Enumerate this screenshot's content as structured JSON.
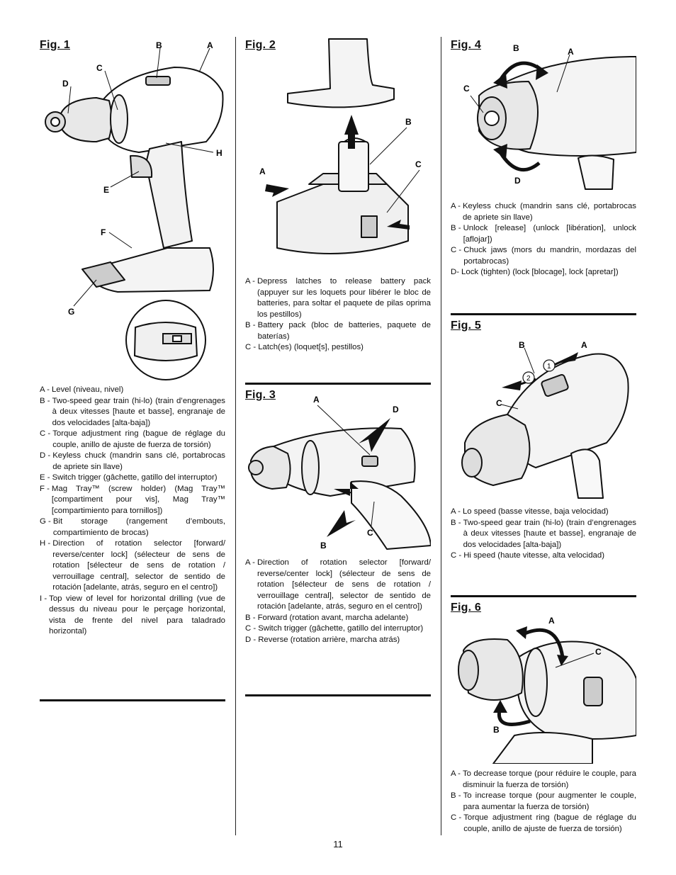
{
  "page_number": "11",
  "fig1": {
    "title": "Fig. 1",
    "callouts": [
      "A",
      "B",
      "C",
      "D",
      "E",
      "F",
      "G",
      "H"
    ],
    "legend": [
      {
        "key": "A -",
        "text": "Level (niveau, nivel)"
      },
      {
        "key": "B -",
        "text": "Two-speed gear train (hi-lo) (train d’engrenages à deux vitesses [haute et basse], engranaje de dos velocidades [alta-baja])"
      },
      {
        "key": "C -",
        "text": "Torque adjustment ring (bague de réglage du couple, anillo de ajuste de fuerza de torsión)"
      },
      {
        "key": "D -",
        "text": "Keyless chuck (mandrin sans clé, portabrocas de apriete sin llave)"
      },
      {
        "key": "E -",
        "text": "Switch trigger (gâchette, gatillo del interruptor)"
      },
      {
        "key": "F -",
        "text": "Mag Tray™ (screw holder) (Mag Tray™ [compartiment pour vis], Mag Tray™ [compartimiento para tornillos])"
      },
      {
        "key": "G -",
        "text": "Bit storage (rangement d’embouts, compartimiento de brocas)"
      },
      {
        "key": "H -",
        "text": "Direction of rotation selector [forward/ reverse/center lock] (sélecteur de sens de rotation [sélecteur de sens de rotation / verrouillage central], selector de sentido de rotación [adelante, atrás, seguro en el centro])"
      },
      {
        "key": "I -",
        "text": "Top view of level for horizontal drilling (vue de dessus du niveau pour le perçage horizontal, vista de frente del nivel para taladrado horizontal)"
      }
    ]
  },
  "fig2": {
    "title": "Fig. 2",
    "callouts": [
      "A",
      "B",
      "C"
    ],
    "legend": [
      {
        "key": "A -",
        "text": "Depress latches to release battery pack (appuyer sur les loquets pour libérer le bloc de batteries, para soltar el paquete de pilas oprima los pestillos)"
      },
      {
        "key": "B -",
        "text": "Battery pack (bloc de batteries, paquete de baterías)"
      },
      {
        "key": "C -",
        "text": "Latch(es) (loquet[s], pestillos)"
      }
    ]
  },
  "fig3": {
    "title": "Fig. 3",
    "callouts": [
      "A",
      "B",
      "C",
      "D"
    ],
    "legend": [
      {
        "key": "A -",
        "text": "Direction of rotation selector [forward/ reverse/center lock] (sélecteur de sens de rotation [sélecteur de sens de rotation / verrouillage central], selector de sentido de rotación [adelante, atrás, seguro en el centro])"
      },
      {
        "key": "B -",
        "text": "Forward (rotation avant, marcha adelante)"
      },
      {
        "key": "C -",
        "text": "Switch trigger (gâchette, gatillo del interruptor)"
      },
      {
        "key": "D -",
        "text": "Reverse (rotation arrière, marcha atrás)"
      }
    ]
  },
  "fig4": {
    "title": "Fig. 4",
    "callouts": [
      "A",
      "B",
      "C",
      "D"
    ],
    "legend": [
      {
        "key": "A -",
        "text": "Keyless chuck (mandrin sans clé, portabrocas de apriete sin llave)"
      },
      {
        "key": "B -",
        "text": "Unlock [release] (unlock [libération], unlock [aflojar])"
      },
      {
        "key": "C -",
        "text": "Chuck jaws (mors du mandrin, mordazas del portabrocas)"
      },
      {
        "key": "D-",
        "text": "Lock (tighten) (lock [blocage], lock [apretar])"
      }
    ]
  },
  "fig5": {
    "title": "Fig. 5",
    "callouts": [
      "A",
      "B",
      "C"
    ],
    "steps": [
      "1",
      "2"
    ],
    "legend": [
      {
        "key": "A -",
        "text": "Lo speed (basse vitesse, baja velocidad)"
      },
      {
        "key": "B -",
        "text": "Two-speed gear train (hi-lo) (train d’engrenages à deux vitesses [haute et basse], engranaje de dos velocidades [alta-baja])"
      },
      {
        "key": "C -",
        "text": "Hi speed (haute vitesse, alta velocidad)"
      }
    ]
  },
  "fig6": {
    "title": "Fig. 6",
    "callouts": [
      "A",
      "B",
      "C"
    ],
    "legend": [
      {
        "key": "A -",
        "text": "To decrease torque (pour réduire le couple, para disminuir la fuerza de torsión)"
      },
      {
        "key": "B -",
        "text": "To increase torque (pour augmenter le couple, para aumentar la fuerza de torsión)"
      },
      {
        "key": "C -",
        "text": "Torque adjustment ring (bague de réglage du couple, anillo de ajuste de fuerza de torsión)"
      }
    ]
  }
}
